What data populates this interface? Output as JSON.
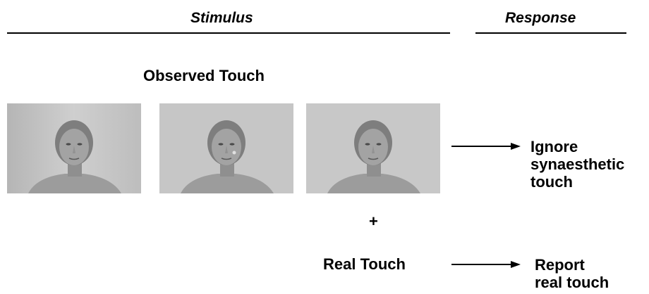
{
  "headers": {
    "stimulus": "Stimulus",
    "response": "Response"
  },
  "observed_label": "Observed Touch",
  "photos": [
    {
      "icon": "face-photo-icon"
    },
    {
      "icon": "face-photo-icon"
    },
    {
      "icon": "face-photo-icon"
    }
  ],
  "plus_sign": "+",
  "real_touch_label": "Real Touch",
  "responses": {
    "ignore": [
      "Ignore",
      "synaesthetic",
      "touch"
    ],
    "report": [
      "Report",
      "real touch"
    ]
  },
  "colors": {
    "text": "#000000",
    "photo_bg": "#c3c3c3"
  }
}
